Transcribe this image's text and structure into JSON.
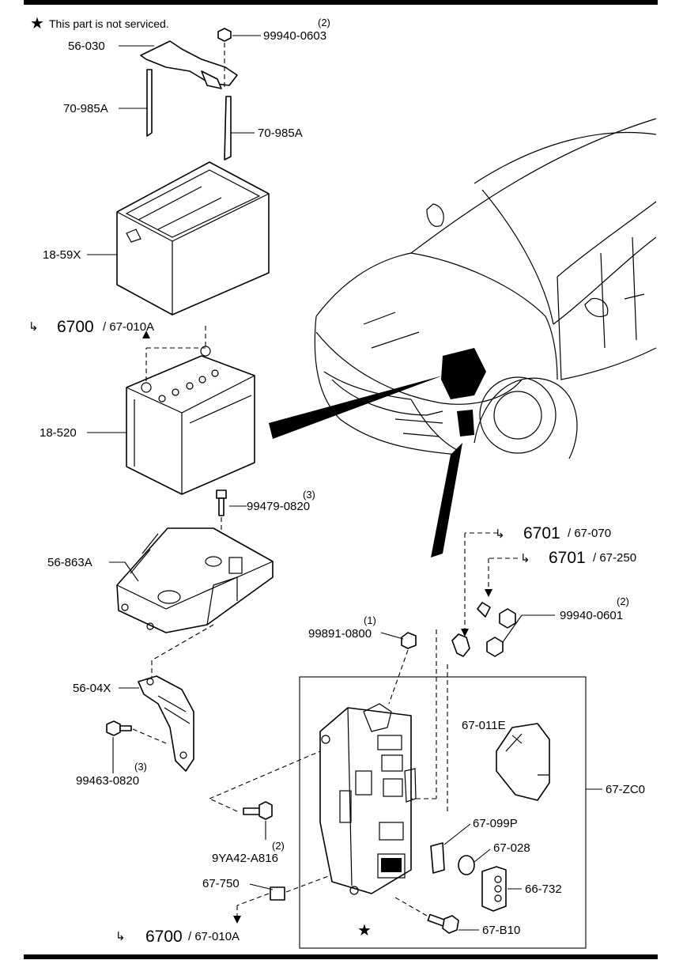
{
  "note": {
    "star": "★",
    "text": "This part is not serviced."
  },
  "labels": {
    "p56_030": "56-030",
    "p99940_0603": "99940-0603",
    "q99940_0603": "(2)",
    "p70_985A_left": "70-985A",
    "p70_985A_right": "70-985A",
    "p18_59X": "18-59X",
    "p18_520": "18-520",
    "p99479_0820": "99479-0820",
    "q99479_0820": "(3)",
    "p56_863A": "56-863A",
    "p56_04X": "56-04X",
    "p99463_0820": "99463-0820",
    "q99463_0820": "(3)",
    "p9YA42_A816": "9YA42-A816",
    "q9YA42_A816": "(2)",
    "p67_750": "67-750",
    "p99891_0800": "99891-0800",
    "q99891_0800": "(1)",
    "p99940_0601": "99940-0601",
    "q99940_0601": "(2)",
    "p67_011E": "67-011E",
    "p67_ZC0": "67-ZC0",
    "p67_099P": "67-099P",
    "p67_028": "67-028",
    "p66_732": "66-732",
    "p67_B10": "67-B10"
  },
  "refs": {
    "top_left": {
      "big": "6700",
      "small": "/ 67-010A"
    },
    "mid_right_1": {
      "big": "6701",
      "small": "/ 67-070"
    },
    "mid_right_2": {
      "big": "6701",
      "small": "/ 67-250"
    },
    "bottom_left": {
      "big": "6700",
      "small": "/ 67-010A"
    }
  },
  "colors": {
    "ink": "#000000",
    "paper": "#ffffff"
  }
}
